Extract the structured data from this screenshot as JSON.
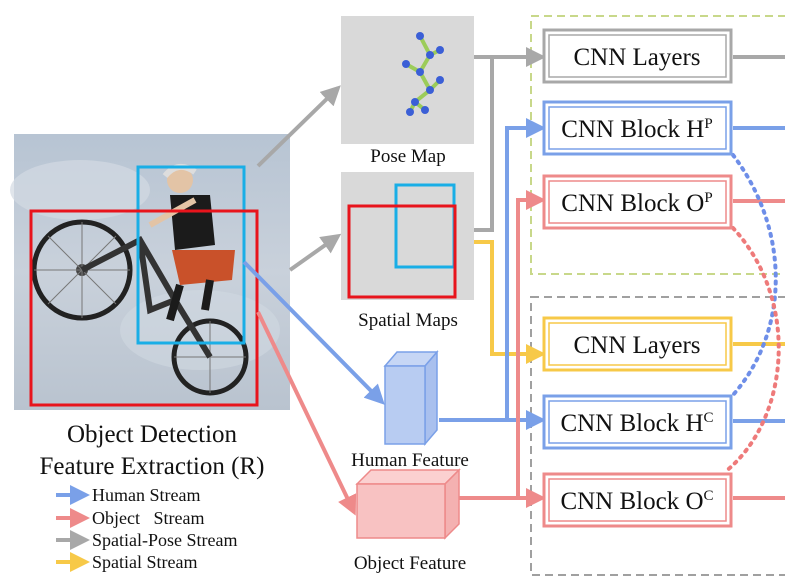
{
  "diagram": {
    "image_caption_line1": "Object Detection",
    "image_caption_line2": "Feature Extraction (R)",
    "pose_map_label": "Pose Map",
    "spatial_maps_label": "Spatial Maps",
    "human_feature_label": "Human Feature",
    "object_feature_label": "Object Feature",
    "blocks": {
      "cnn_layers_pose": "CNN Layers",
      "block_hp_base": "CNN Block H",
      "block_hp_sup": "P",
      "block_op_base": "CNN Block O",
      "block_op_sup": "P",
      "cnn_layers_spatial": "CNN Layers",
      "block_hc_base": "CNN Block H",
      "block_hc_sup": "C",
      "block_oc_base": "CNN Block O",
      "block_oc_sup": "C"
    },
    "legend": [
      {
        "label": "Human Stream",
        "color": "#7aa0e8"
      },
      {
        "label": "Object   Stream",
        "color": "#ee8a8a"
      },
      {
        "label": "Spatial-Pose Stream",
        "color": "#a8a8a8"
      },
      {
        "label": "Spatial Stream",
        "color": "#f7c948"
      }
    ],
    "colors": {
      "human": "#7aa0e8",
      "object": "#ee8a8a",
      "spatial_pose": "#a8a8a8",
      "spatial": "#f7c948",
      "human_box": "#19aee6",
      "object_box": "#e8141c",
      "pose_region": "#c8d88a",
      "contextual_region": "#a0a0a0"
    }
  }
}
